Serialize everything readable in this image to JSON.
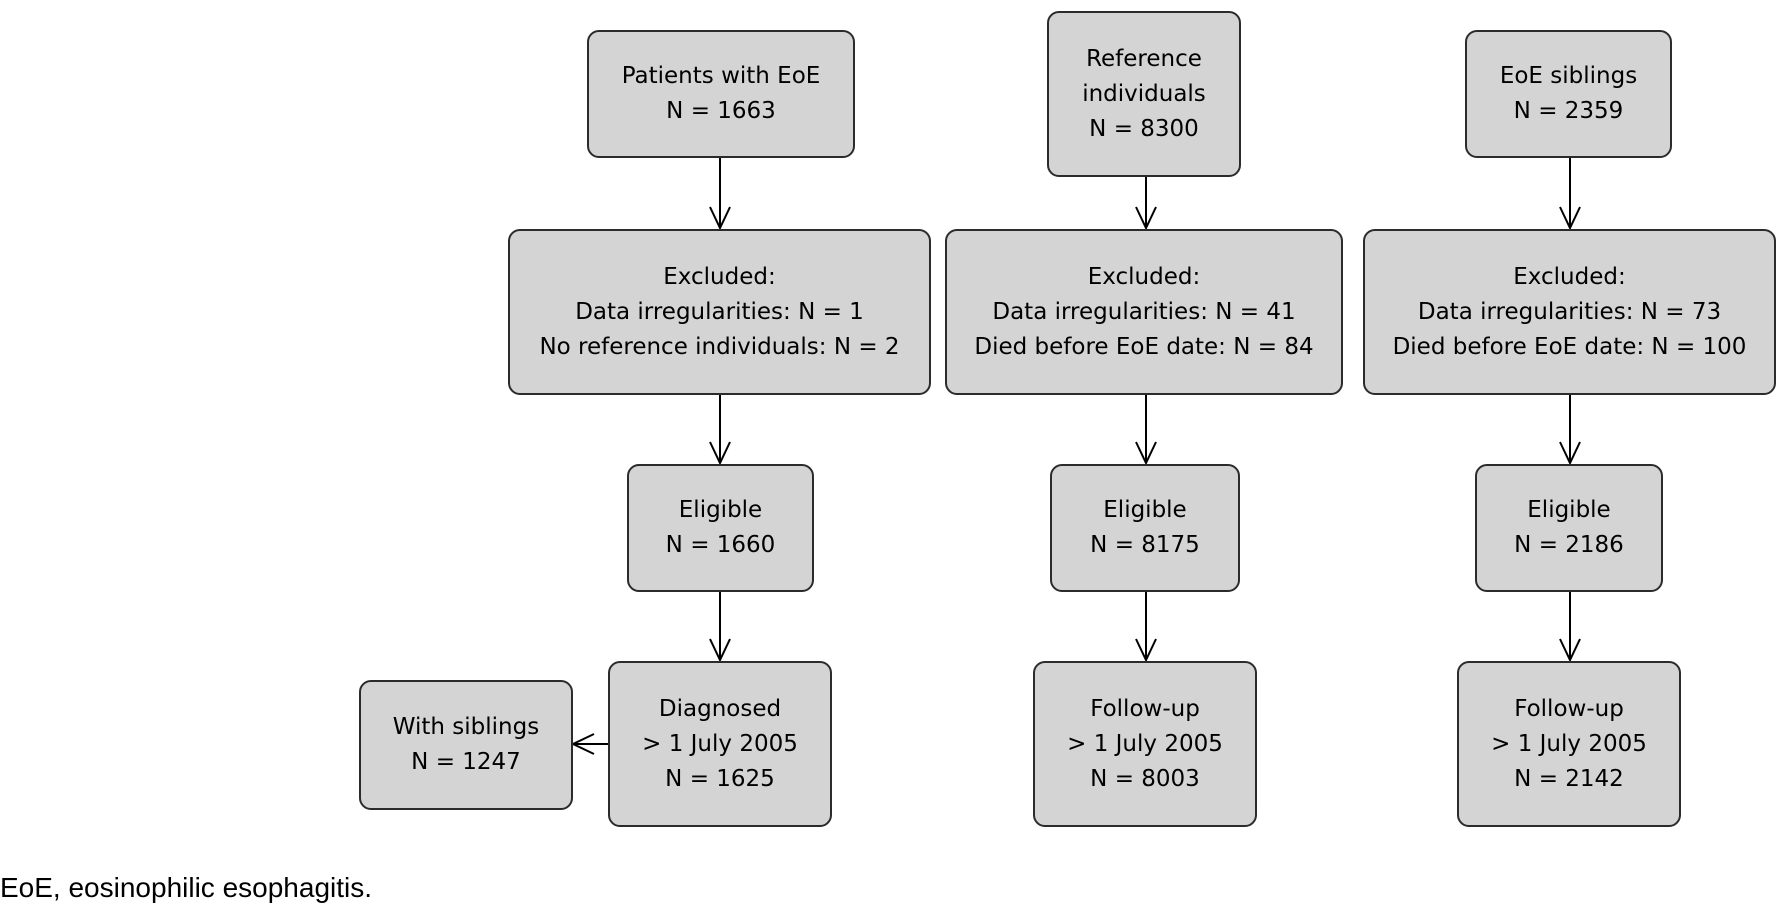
{
  "flowchart": {
    "patients": {
      "box1": [
        "Patients with EoE",
        "N =  1663"
      ],
      "box2": [
        "Excluded:",
        "Data irregularities: N = 1",
        "No reference individuals: N = 2"
      ],
      "box3": [
        "Eligible",
        "N =  1660"
      ],
      "box4": [
        "Diagnosed",
        "> 1 July 2005",
        "N =  1625"
      ],
      "side": [
        "With siblings",
        "N =  1247"
      ]
    },
    "reference": {
      "box1": [
        "Reference",
        "individuals",
        "N =  8300"
      ],
      "box2": [
        "Excluded:",
        "Data irregularities: N = 41",
        "Died before EoE date: N = 84"
      ],
      "box3": [
        "Eligible",
        "N =  8175"
      ],
      "box4": [
        "Follow-up",
        "> 1 July 2005",
        "N =  8003"
      ]
    },
    "siblings": {
      "box1": [
        "EoE siblings",
        "N =  2359"
      ],
      "box2": [
        "Excluded:",
        "Data irregularities: N = 73",
        "Died before EoE date: N = 100"
      ],
      "box3": [
        "Eligible",
        "N =  2186"
      ],
      "box4": [
        "Follow-up",
        "> 1 July 2005",
        "N =  2142"
      ]
    }
  },
  "footnote": "EoE, eosinophilic esophagitis.",
  "colors": {
    "box_fill": "#d4d4d4",
    "box_border": "#2b2b2b",
    "arrow": "#000000"
  }
}
